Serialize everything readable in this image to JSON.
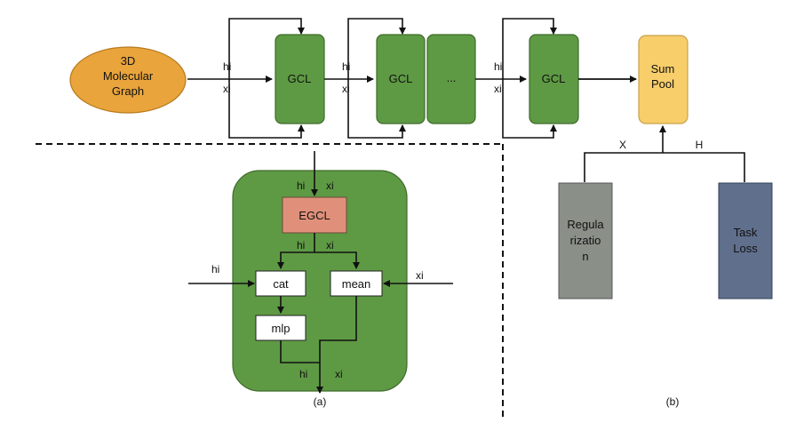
{
  "colors": {
    "gcl_fill": "#5E9A44",
    "gcl_stroke": "#3E6B2C",
    "mol_fill": "#E9A43C",
    "mol_stroke": "#B57A1E",
    "sumpool_fill": "#F7CE6A",
    "egcl_fill": "#E0907A",
    "reg_fill": "#8A8F88",
    "task_fill": "#5F6F8C",
    "module_bg": "#5E9A44",
    "line": "#111111"
  },
  "top_pipeline": {
    "molecular_graph_lines": [
      "3D",
      "Molecular",
      "Graph"
    ],
    "gcl_label": "GCL",
    "ellipsis": "...",
    "hi": "hi",
    "xi": "xi",
    "sum_pool_lines": [
      "Sum",
      "Pool"
    ]
  },
  "panel_a": {
    "top_hi": "hi",
    "top_xi": "xi",
    "egcl_label": "EGCL",
    "mid_hi": "hi",
    "mid_xi": "xi",
    "left_hi": "hi",
    "right_xi": "xi",
    "cat_label": "cat",
    "mean_label": "mean",
    "mlp_label": "mlp",
    "out_hi": "hi",
    "out_xi": "xi",
    "caption": "(a)"
  },
  "panel_b": {
    "x_label": "X",
    "h_label": "H",
    "regularization_lines": [
      "Regula",
      "rizatio",
      "n"
    ],
    "task_loss_lines": [
      "Task",
      "Loss"
    ],
    "caption": "(b)"
  }
}
